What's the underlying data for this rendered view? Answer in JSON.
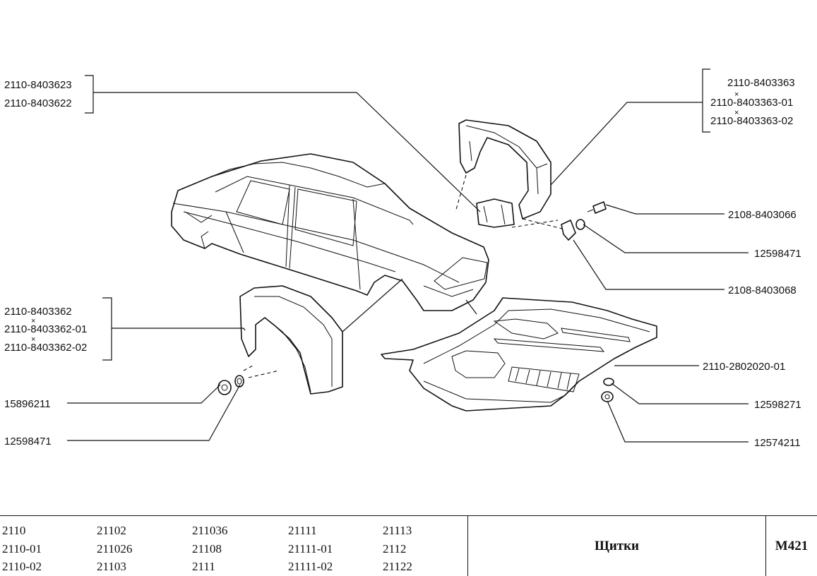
{
  "callouts": {
    "front_fender_liner": [
      "2110-8403623",
      "2110-8403622"
    ],
    "rear_fender_liner": [
      "2110-8403363",
      "2110-8403363-01",
      "2110-8403363-02"
    ],
    "screw": "2108-8403066",
    "nut_right": "12598471",
    "clip": "2108-8403068",
    "wheel_arch_liner": [
      "2110-8403362",
      "2110-8403362-01",
      "2110-8403362-02"
    ],
    "nut_small": "15896211",
    "nut_left": "12598471",
    "engine_shield": "2110-2802020-01",
    "shield_washer": "12598271",
    "shield_nut": "12574211"
  },
  "footer": {
    "models": [
      [
        "2110",
        "21102",
        "211036",
        "21111",
        "21113"
      ],
      [
        "2110-01",
        "211026",
        "21108",
        "21111-01",
        "2112"
      ],
      [
        "2110-02",
        "21103",
        "2111",
        "21111-02",
        "21122"
      ]
    ],
    "title": "Щитки",
    "code": "M421"
  }
}
